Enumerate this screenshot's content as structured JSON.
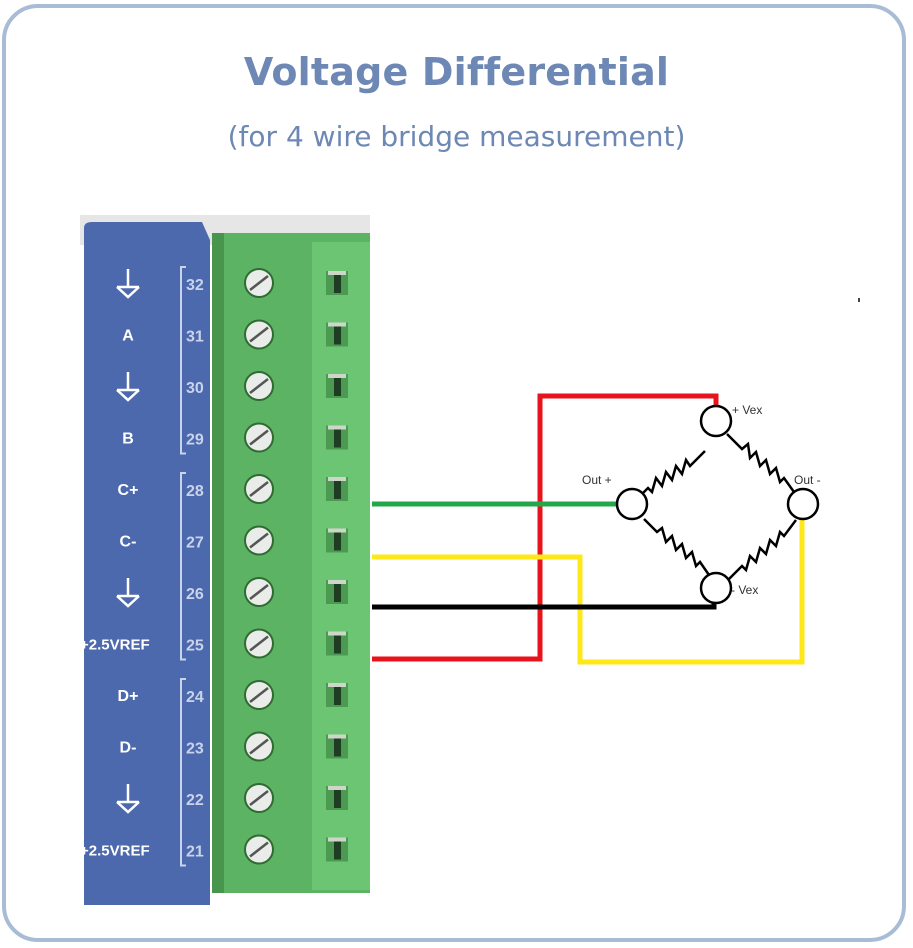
{
  "title": "Voltage Differential",
  "subtitle": "(for 4 wire bridge measurement)",
  "terminals": [
    {
      "num": "32",
      "label": "",
      "ground": true
    },
    {
      "num": "31",
      "label": "A",
      "ground": false
    },
    {
      "num": "30",
      "label": "",
      "ground": true
    },
    {
      "num": "29",
      "label": "B",
      "ground": false
    },
    {
      "num": "28",
      "label": "C+",
      "ground": false
    },
    {
      "num": "27",
      "label": "C-",
      "ground": false
    },
    {
      "num": "26",
      "label": "",
      "ground": true
    },
    {
      "num": "25",
      "label": "+2.5VREF",
      "ground": false
    },
    {
      "num": "24",
      "label": "D+",
      "ground": false
    },
    {
      "num": "23",
      "label": "D-",
      "ground": false
    },
    {
      "num": "22",
      "label": "",
      "ground": true
    },
    {
      "num": "21",
      "label": "+2.5VREF",
      "ground": false
    }
  ],
  "bridge": {
    "vex_plus": "+ Vex",
    "vex_minus": "- Vex",
    "out_plus": "Out +",
    "out_minus": "Out -"
  },
  "wire_colors": {
    "red": "#e8141c",
    "green": "#22a84a",
    "yellow": "#ffe81a",
    "black": "#000000"
  },
  "colors": {
    "frame": "#a9bcd6",
    "title": "#6d88b4",
    "panel": "#4c69ad",
    "terminal_block": "#64bb6a"
  }
}
